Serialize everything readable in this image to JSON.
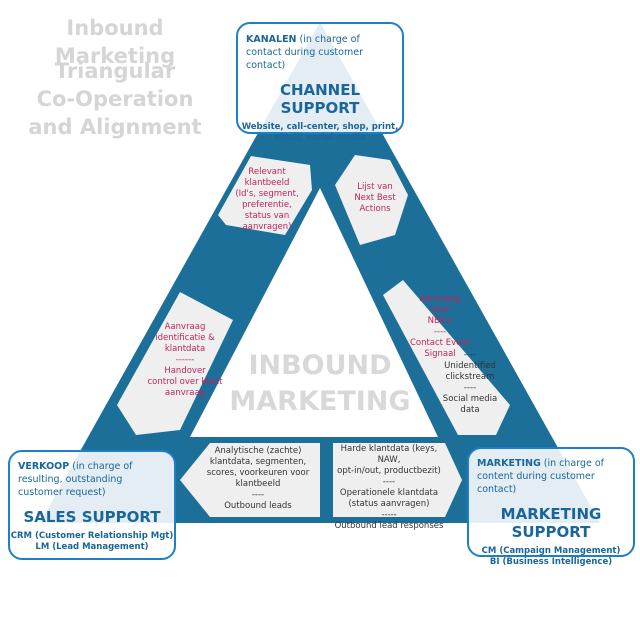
{
  "title": {
    "line1": "Inbound Marketing",
    "line2": "Triangular\nCo-Operation\nand Alignment"
  },
  "center": {
    "text": "INBOUND\nMARKETING"
  },
  "channel": {
    "role": "KANALEN",
    "desc": "(in charge of contact during customer contact)",
    "name": "CHANNEL SUPPORT",
    "systems": "Website, call-center, shop, print,\neMail, social media"
  },
  "sales": {
    "role": "VERKOOP",
    "desc": "(in charge of resulting, outstanding customer request)",
    "name": "SALES SUPPORT",
    "systems": "CRM (Customer Relationship Mgt)\nLM (Lead Management)"
  },
  "marketing": {
    "role": "MARKETING",
    "desc": "(in charge of content during customer contact)",
    "name": "MARKETING SUPPORT",
    "systems": "CM (Campaign Management)\nBI (Business Intelligence)"
  },
  "flows": {
    "channel_to_sales": "Relevant\nklantbeeld\n(Id's, segment,\npreferentie,\nstatus van\naanvragen)",
    "marketing_to_channel": "Lijst van\nNext Best\nActions",
    "sales_to_channel": "Aanvraag\nidentificatie &\nklantdata\n------\nHandover\ncontrol over klant\naanvraag",
    "channel_to_marketing_red": "Aanvraag\nvoor\nNBA's\n----\nContact Event\nSignaal",
    "channel_to_marketing_dark": "----\nUnidentified\nclickstream\n----\nSocial media\ndata",
    "marketing_to_sales": "Analytische (zachte)\nklantdata, segmenten,\nscores, voorkeuren voor\nklantbeeld\n----\nOutbound leads",
    "sales_to_marketing": "Harde klantdata (keys, NAW,\nopt-in/out, productbezit)\n----\nOperationele klantdata\n(status aanvragen)\n-----\nOutbound lead responses"
  },
  "colors": {
    "band": "#1c6f99",
    "panel": "#efefef",
    "accent": "#1f7fc4",
    "red": "#c0245a"
  }
}
